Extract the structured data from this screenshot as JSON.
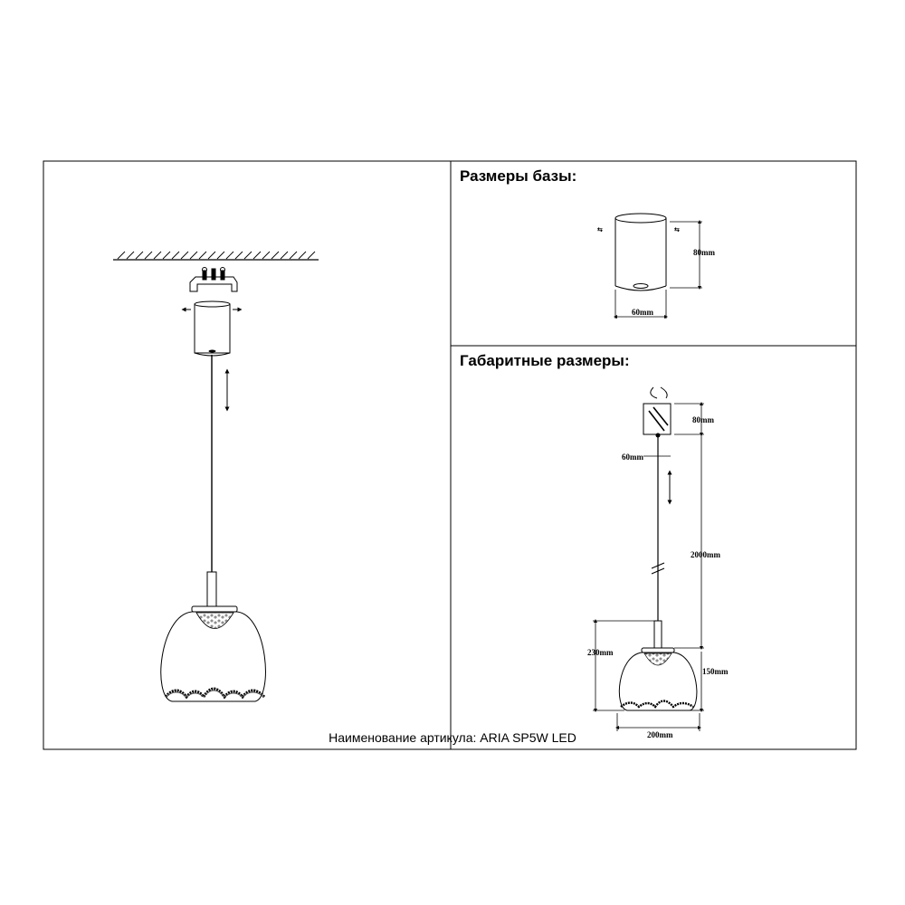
{
  "sections": {
    "base_title": "Размеры базы:",
    "overall_title": "Габаритные размеры:"
  },
  "base_dims": {
    "height": "80mm",
    "diameter": "60mm"
  },
  "overall_dims": {
    "canopy_height": "80mm",
    "canopy_diameter": "60mm",
    "cord_length": "2000mm",
    "total_shade_height": "230mm",
    "shade_height": "150mm",
    "shade_diameter": "200mm"
  },
  "article": {
    "text": "Наименование артикула: ARIA SP5W LED"
  }
}
